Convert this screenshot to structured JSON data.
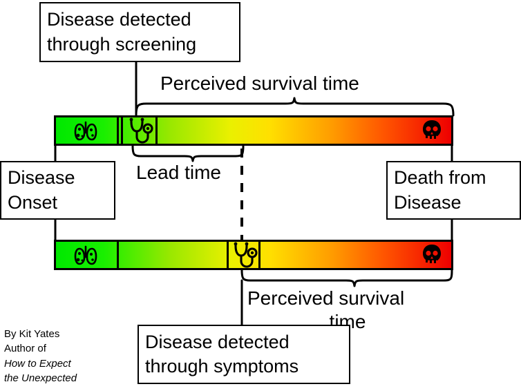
{
  "diagram": {
    "title_boxes": {
      "screening": {
        "line1": "Disease detected",
        "line2": "through screening"
      },
      "onset": {
        "line1": "Disease",
        "line2": "Onset"
      },
      "death": {
        "line1": "Death from",
        "line2": "Disease"
      },
      "symptoms": {
        "line1": "Disease detected",
        "line2": "through symptoms"
      }
    },
    "labels": {
      "perceived_top": "Perceived survival time",
      "lead_time": "Lead time",
      "perceived_bottom_line1": "Perceived survival",
      "perceived_bottom_line2": "time"
    },
    "credit": {
      "line1": "By Kit Yates",
      "line2": "Author of",
      "line3": "How to Expect",
      "line4": "the Unexpected"
    },
    "timelines": [
      {
        "name": "screening-timeline",
        "icons": [
          "lungs-icon",
          "stethoscope-icon",
          "skull-icon"
        ],
        "marker_positions_pct": {
          "lungs": 4,
          "stethoscope": 17,
          "skull": 93
        }
      },
      {
        "name": "symptoms-timeline",
        "icons": [
          "lungs-icon",
          "stethoscope-icon",
          "skull-icon"
        ],
        "marker_positions_pct": {
          "lungs": 4,
          "stethoscope": 43,
          "skull": 93
        }
      }
    ],
    "colors": {
      "gradient_start": "#00e800",
      "gradient_mid": "#ffe000",
      "gradient_end": "#ee0000",
      "stroke": "#000000",
      "background": "#ffffff"
    }
  }
}
